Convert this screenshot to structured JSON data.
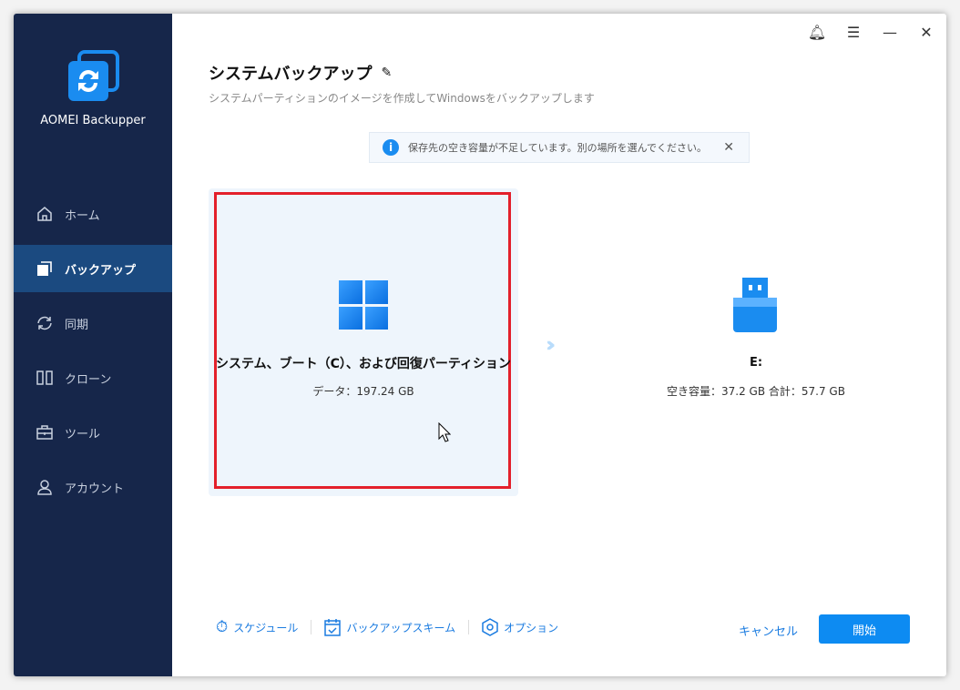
{
  "app": {
    "name": "AOMEI Backupper"
  },
  "sidebar": {
    "items": [
      {
        "label": "ホーム"
      },
      {
        "label": "バックアップ"
      },
      {
        "label": "同期"
      },
      {
        "label": "クローン"
      },
      {
        "label": "ツール"
      },
      {
        "label": "アカウント"
      }
    ]
  },
  "header": {
    "title": "システムバックアップ",
    "subtitle": "システムパーティションのイメージを作成してWindowsをバックアップします"
  },
  "notice": {
    "text": "保存先の空き容量が不足しています。別の場所を選んでください。"
  },
  "source": {
    "name": "システム、ブート（C）、および回復パーティション",
    "data": "データ：197.24 GB"
  },
  "destination": {
    "name": "E:",
    "capacity": "空き容量：37.2 GB 合計：57.7 GB"
  },
  "footer": {
    "schedule": "スケジュール",
    "scheme": "バックアップスキーム",
    "options": "オプション",
    "cancel": "キャンセル",
    "start": "開始"
  },
  "colors": {
    "accent": "#0d8bf2",
    "sidebar": "#16264a",
    "selection": "#e3202b"
  }
}
